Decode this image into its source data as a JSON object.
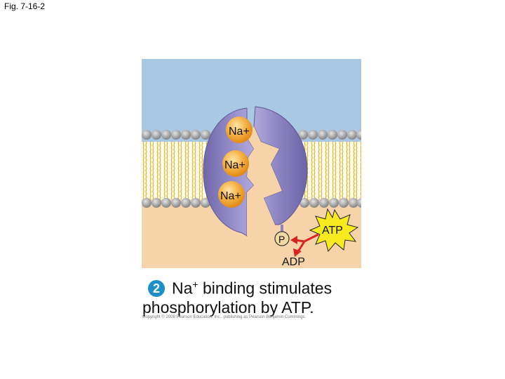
{
  "figure_label": "Fig. 7-16-2",
  "diagram": {
    "ions": [
      "Na+",
      "Na+",
      "Na+"
    ],
    "phosphate_label": "P",
    "atp_label": "ATP",
    "adp_label": "ADP"
  },
  "caption": {
    "step_number": "2",
    "ion_text": "Na",
    "ion_charge": "+",
    "line1_rest": " binding stimulates",
    "line2": "phosphorylation by ATP."
  },
  "copyright": "Copyright © 2008 Pearson Education, Inc., publishing as Pearson Benjamin Cummings.",
  "colors": {
    "extracellular": "#a8c8e4",
    "cytoplasm": "#f6d3a8",
    "protein": "#8f86c0",
    "ion": "#f5a623",
    "atp_burst": "#f7ea1f",
    "arrow": "#d9231f",
    "badge": "#1a8fc8"
  }
}
